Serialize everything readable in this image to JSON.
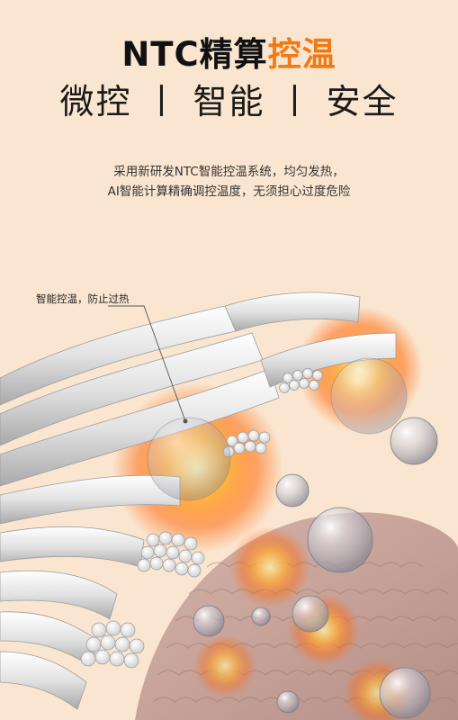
{
  "headline": {
    "main": "NTC精算",
    "accent": "控温"
  },
  "subheadline": {
    "items": [
      "微控",
      "智能",
      "安全"
    ],
    "separator": "丨"
  },
  "description": {
    "line1": "采用新研发NTC智能控温系统，均匀发热，",
    "line2": "AI智能计算精确调控温度，无须担心过度危险"
  },
  "callout": {
    "label": "智能控温，防止过热"
  },
  "colors": {
    "background": "#fae6d0",
    "accent": "#f07a16",
    "heat_glow": "#ff8a1e",
    "fiber": "#e8e8e8",
    "fabric": "#c9a69e"
  }
}
